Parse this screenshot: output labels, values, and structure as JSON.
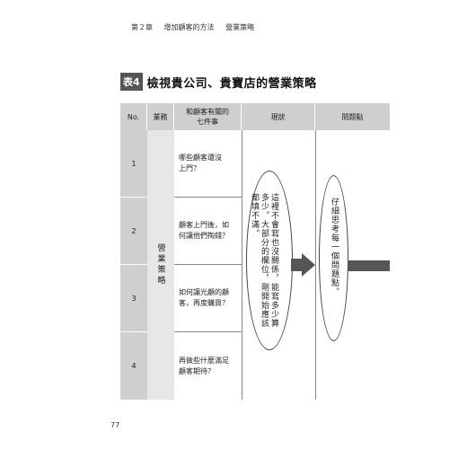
{
  "header": {
    "chapter": "第２章",
    "section": "增加顧客的方法",
    "subsection": "營業策略"
  },
  "title": {
    "badge": "表4",
    "text": "檢視貴公司、貴寶店的營業策略"
  },
  "table": {
    "headers": {
      "no": "No.",
      "business": "業務",
      "items_line1": "和顧客有關的",
      "items_line2": "七件事",
      "status": "現狀",
      "problem": "問題點"
    },
    "business_label": "營業策略",
    "rows": [
      {
        "no": "1",
        "line1": "哪些顧客還沒",
        "line2": "上門？"
      },
      {
        "no": "2",
        "line1": "顧客上門後，如",
        "line2": "何讓他們掏錢？"
      },
      {
        "no": "3",
        "line1": "如何讓光顧的顧",
        "line2": "客，再度購買？"
      },
      {
        "no": "4",
        "line1": "再做些什麼滿足",
        "line2": "顧客期待？"
      }
    ],
    "status_note": "這裡不會寫也沒關係，能寫多少算多少。大部分的欄位，剛開始應該都填不滿。",
    "problem_note": "仔細思考每一個問題點。"
  },
  "page_number": "77"
}
